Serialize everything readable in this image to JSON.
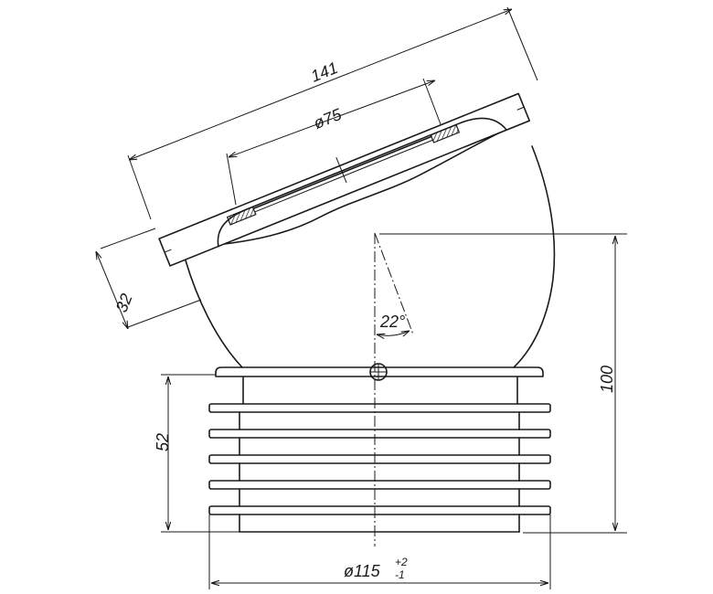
{
  "dimensions": {
    "top_length": "141",
    "inner_diameter": "ø75",
    "offset_thickness": "32",
    "angle": "22°",
    "total_height": "100",
    "corrugation_height": "52",
    "outer_diameter": "ø115",
    "outer_diameter_tol_upper": "+2",
    "outer_diameter_tol_lower": "-1"
  }
}
